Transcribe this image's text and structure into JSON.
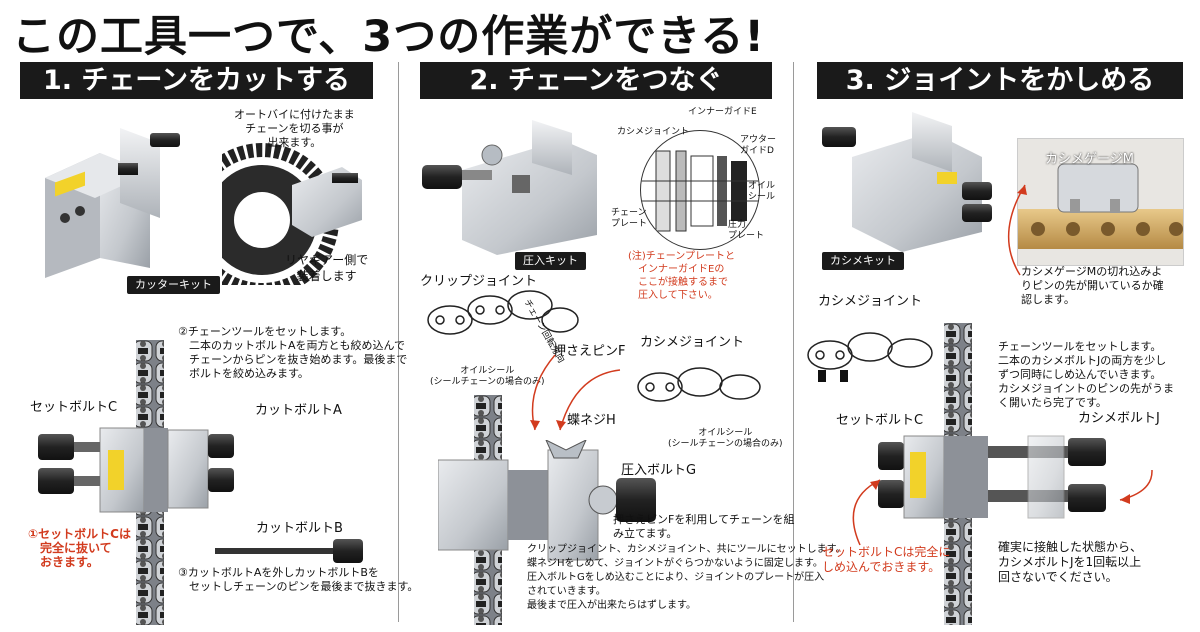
{
  "headline": "この工具一つで、3つの作業ができる!",
  "sections": [
    {
      "title": "1. チェーンをカットする",
      "kit_label": "カッターキット",
      "note_top": "オートバイに付けたまま\nチェーンを切る事が\n出来ます。",
      "note_mid": "リヤギアー側で\n装着します",
      "step2": "②チェーンツールをセットします。\n　二本のカットボルトAを両方とも絞め込んで\n　チェーンからピンを抜き始めます。最後まで\n　ボルトを絞め込みます。",
      "label_set_bolt": "セットボルトC",
      "label_cut_bolt_a": "カットボルトA",
      "label_cut_bolt_b": "カットボルトB",
      "step1": "①セットボルトCは\n　完全に抜いて\n　おきます。",
      "step3": "③カットボルトAを外しカットボルトBを\n　セットしチェーンのピンを最後まで抜きます。"
    },
    {
      "title": "2. チェーンをつなぐ",
      "kit_label": "圧入キット",
      "zoom_labels": {
        "kashime_joint": "カシメジョイント",
        "inner_guide": "インナーガイドE",
        "outer_guide": "アウター\nガイドD",
        "oil_seal": "オイル\nシール",
        "chain_plate": "チェーン\nプレート",
        "pressure_plate": "圧力\nプレート"
      },
      "note_caution": "(注)チェーンプレートと\n　インナーガイドEの\n　ここが接触するまで\n　圧入して下さい。",
      "label_clip_joint": "クリップジョイント",
      "label_clip_dir": "チェーン回転方向",
      "label_oil_seal_1": "オイルシール\n(シールチェーンの場合のみ)",
      "label_push_pin": "押さえピンF",
      "label_kashime_joint": "カシメジョイント",
      "label_oil_seal_2": "オイルシール\n(シールチェーンの場合のみ)",
      "label_wing_screw": "蝶ネジH",
      "label_press_bolt": "圧入ボルトG",
      "note_push": "押さえピンFを利用してチェーンを組\nみ立てます。",
      "instructions": "クリップジョイント、カシメジョイント、共にツールにセットします。\n蝶ネジHをしめて、ジョイントがぐらつかないように固定します。\n圧入ボルトGをしめ込むことにより、ジョイントのプレートが圧入\nされていきます。\n最後まで圧入が出来たらはずします。"
    },
    {
      "title": "3. ジョイントをかしめる",
      "kit_label": "カシメキット",
      "gauge_label": "カシメゲージM",
      "gauge_note": "カシメゲージMの切れ込みよ\nりピンの先が開いているか確\n認します。",
      "label_kashime_joint": "カシメジョイント",
      "set_note": "チェーンツールをセットします。\n二本のカシメボルトJの両方を少し\nずつ同時にしめ込んでいきます。\nカシメジョイントのピンの先がうま\nく開いたら完了です。",
      "label_set_bolt": "セットボルトC",
      "label_kashime_bolt": "カシメボルトJ",
      "note_set_bolt": "セットボルトCは完全に\nしめ込んでおきます。",
      "note_contact": "確実に接触した状態から、\nカシメボルトJを1回転以上\n回さないでください。"
    }
  ],
  "colors": {
    "bar_bg": "#1a1a1a",
    "accent_red": "#d23b1e",
    "tool_metal": "#c9ccd0",
    "caution_yellow": "#f2d22a"
  }
}
